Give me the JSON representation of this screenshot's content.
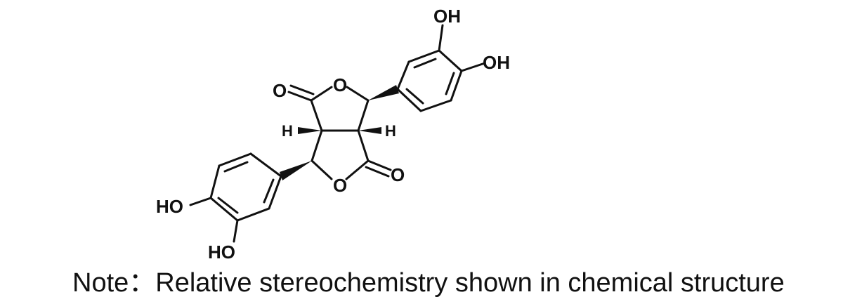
{
  "structure": {
    "atoms": {
      "oh_top": "OH",
      "oh_right": "OH",
      "ho_left": "HO",
      "ho_bottom": "HO",
      "ring_o_upper": "O",
      "ring_o_lower": "O",
      "carbonyl_o_upper": "O",
      "carbonyl_o_lower": "O",
      "h_left": "H",
      "h_right": "H"
    }
  },
  "note": {
    "text": "Note：Relative stereochemistry shown in chemical structure"
  }
}
